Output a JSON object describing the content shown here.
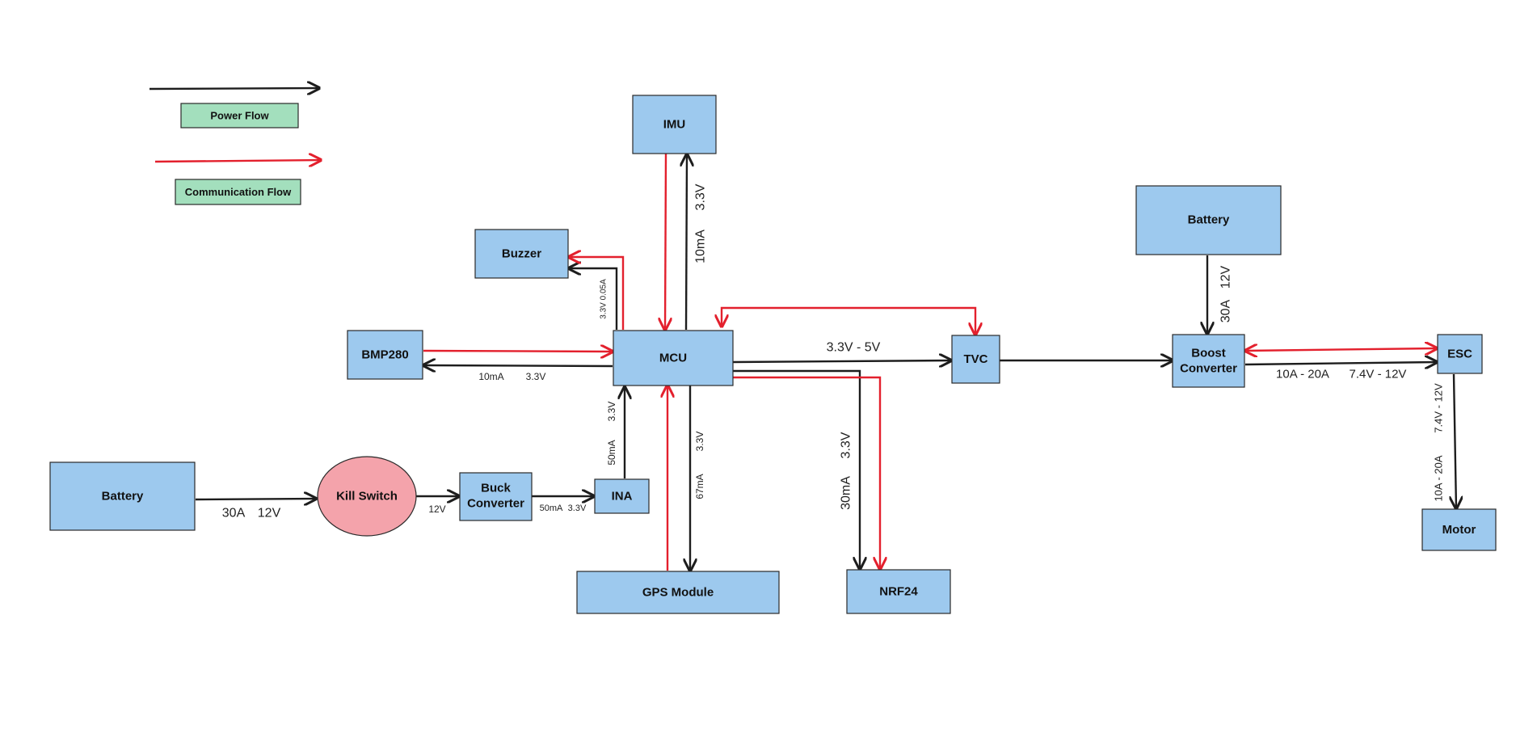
{
  "legend": {
    "power_flow": "Power Flow",
    "communication_flow": "Communication Flow"
  },
  "colors": {
    "box_fill": "#9dc9ee",
    "legend_fill": "#a3dfbd",
    "kill_switch_fill": "#f4a3ab",
    "power_line": "#1d1d1d",
    "communication_line": "#e3202d"
  },
  "nodes": {
    "imu": "IMU",
    "buzzer": "Buzzer",
    "bmp280": "BMP280",
    "mcu": "MCU",
    "tvc": "TVC",
    "battery_main": "Battery",
    "kill_switch": "Kill Switch",
    "buck_converter": [
      "Buck",
      "Converter"
    ],
    "ina": "INA",
    "gps_module": "GPS Module",
    "nrf24": "NRF24",
    "battery_aux": "Battery",
    "boost_converter": [
      "Boost",
      "Converter"
    ],
    "esc": "ESC",
    "motor": "Motor"
  },
  "labels": {
    "imu_current": "10mA",
    "imu_voltage": "3.3V",
    "buzzer_rating": "3.3V  0.05A",
    "bmp_current": "10mA",
    "bmp_voltage": "3.3V",
    "tvc_voltage": "3.3V - 5V",
    "battery_current": "30A",
    "battery_voltage": "12V",
    "kill_out_voltage": "12V",
    "buck_out_current": "50mA",
    "buck_out_voltage": "3.3V",
    "ina_current": "50mA",
    "ina_voltage": "3.3V",
    "gps_current": "67mA",
    "gps_voltage": "3.3V",
    "nrf_current": "30mA",
    "nrf_voltage": "3.3V",
    "aux_battery_current": "30A",
    "aux_battery_voltage": "12V",
    "boost_esc_current": "10A - 20A",
    "boost_esc_voltage": "7.4V - 12V",
    "esc_motor_voltage": "7.4V - 12V",
    "esc_motor_current": "10A - 20A"
  }
}
